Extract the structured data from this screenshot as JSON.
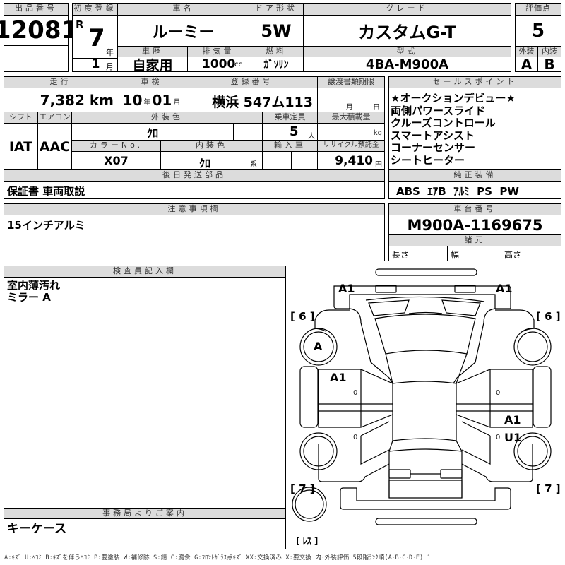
{
  "lot": {
    "label": "出品番号",
    "value": "12081"
  },
  "first_reg": {
    "label": "初度登録",
    "era": "R",
    "year": "7",
    "year_unit": "年",
    "month": "1",
    "month_unit": "月"
  },
  "car_name": {
    "label": "車名",
    "value": "ルーミー"
  },
  "door": {
    "label": "ドア形状",
    "value": "5W"
  },
  "grade": {
    "label": "グレード",
    "value": "カスタムG-T"
  },
  "score": {
    "label": "評価点",
    "value": "5",
    "ext_label": "外装",
    "ext_value": "A",
    "int_label": "内装",
    "int_value": "B"
  },
  "history": {
    "label": "車歴",
    "value": "自家用"
  },
  "displacement": {
    "label": "排気量",
    "value": "1000",
    "unit": "cc"
  },
  "fuel": {
    "label": "燃料",
    "value": "ｶﾞｿﾘﾝ"
  },
  "model": {
    "label": "型式",
    "value": "4BA-M900A"
  },
  "mileage": {
    "label": "走行",
    "value": "7,382",
    "unit": "km"
  },
  "inspection": {
    "label": "車検",
    "year": "10",
    "year_unit": "年",
    "month": "01",
    "month_unit": "月"
  },
  "plate": {
    "label": "登録番号",
    "value": "横浜 547ム113"
  },
  "transfer": {
    "label": "譲渡書類期限",
    "month_unit": "月",
    "day_unit": "日"
  },
  "shift": {
    "label": "シフト",
    "value": "IAT"
  },
  "ac": {
    "label": "エアコン",
    "value": "AAC"
  },
  "ext_color": {
    "label": "外装色",
    "value": "ｸﾛ"
  },
  "capacity": {
    "label": "乗車定員",
    "value": "5",
    "unit": "人"
  },
  "max_load": {
    "label": "最大積載量",
    "value": "",
    "unit": "kg"
  },
  "color_no": {
    "label": "カラーNo.",
    "value": "X07"
  },
  "int_color": {
    "label": "内装色",
    "value": "ｸﾛ",
    "suffix": "系"
  },
  "import": {
    "label": "輸入車"
  },
  "recycle": {
    "label": "リサイクル預託金",
    "value": "9,410",
    "unit": "円"
  },
  "later_parts": {
    "label": "後日発送部品",
    "value": "保証書 車両取説"
  },
  "sales_points": {
    "label": "セールスポイント",
    "items": [
      "★オークションデビュー★",
      "両側パワースライド",
      "クルーズコントロール",
      "スマートアシスト",
      "コーナーセンサー",
      "シートヒーター"
    ]
  },
  "equipment": {
    "label": "純正装備",
    "value": "ABS  ｴｱB  ｱﾙﾐ  PS  PW"
  },
  "notes": {
    "label": "注意事項欄",
    "value": "15インチアルミ"
  },
  "chassis": {
    "label": "車台番号",
    "value": "M900A-1169675"
  },
  "specs": {
    "label": "諸元",
    "length": "長さ",
    "width": "幅",
    "height": "高さ"
  },
  "inspector": {
    "label": "検査員記入欄",
    "lines": [
      "室内薄汚れ",
      "ミラー A"
    ]
  },
  "office": {
    "label": "事務局よりご案内",
    "value": "キーケース"
  },
  "diagram": {
    "marks": {
      "front_left": "A1",
      "front_right": "A1",
      "mirror_left": "A",
      "front_door_left": "A1",
      "rear_door_right_1": "A1",
      "rear_door_right_2": "U1"
    },
    "tire_front_left": "[ 6 ]",
    "tire_front_right": "[ 6 ]",
    "tire_rear_left": "[ 7 ]",
    "tire_rear_right": "[ 7 ]",
    "spare": "[ ﾚｽ ]",
    "zero": "0"
  },
  "legend": "A:ｷｽﾞ  U:ﾍｺﾐ  B:ｷｽﾞを伴うﾍｺﾐ  P:要塗装  W:補修跡  S:錆  C:腐食  G:ﾌﾛﾝﾄｶﾞﾗｽ点ｷｽﾞ  XX:交換済み  X:要交換   内･外装評価  5段階ﾗﾝｸ順(A･B･C･D･E) 1"
}
